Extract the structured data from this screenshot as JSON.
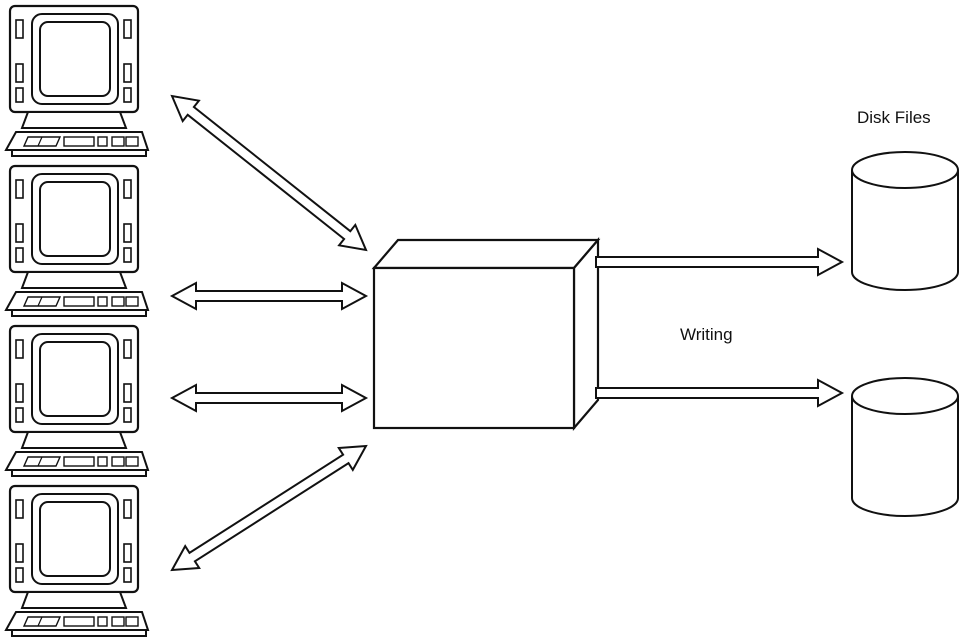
{
  "diagram": {
    "labels": {
      "disk_files": "Disk Files",
      "writing": "Writing"
    },
    "terminals": [
      {
        "id": "terminal-1"
      },
      {
        "id": "terminal-2"
      },
      {
        "id": "terminal-3"
      },
      {
        "id": "terminal-4"
      }
    ],
    "central_unit": {
      "shape": "3d-box"
    },
    "disks": [
      {
        "id": "disk-1"
      },
      {
        "id": "disk-2"
      }
    ],
    "connections": [
      {
        "from": "terminal-1",
        "to": "central-unit",
        "direction": "bidirectional"
      },
      {
        "from": "terminal-2",
        "to": "central-unit",
        "direction": "bidirectional"
      },
      {
        "from": "terminal-3",
        "to": "central-unit",
        "direction": "bidirectional"
      },
      {
        "from": "terminal-4",
        "to": "central-unit",
        "direction": "bidirectional"
      },
      {
        "from": "central-unit",
        "to": "disk-1",
        "direction": "forward"
      },
      {
        "from": "central-unit",
        "to": "disk-2",
        "direction": "forward"
      }
    ],
    "colors": {
      "stroke": "#111111",
      "fill": "#ffffff"
    }
  }
}
